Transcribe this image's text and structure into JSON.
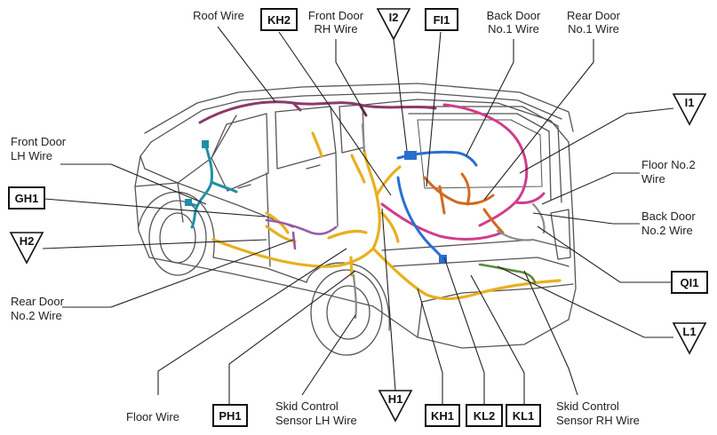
{
  "labels": {
    "roof_wire": "Roof Wire",
    "front_door_rh_1": "Front Door",
    "front_door_rh_2": "RH Wire",
    "back_door_no1_1": "Back Door",
    "back_door_no1_2": "No.1 Wire",
    "rear_door_no1_1": "Rear Door",
    "rear_door_no1_2": "No.1 Wire",
    "front_door_lh_1": "Front Door",
    "front_door_lh_2": "LH Wire",
    "floor_no2_1": "Floor No.2",
    "floor_no2_2": "Wire",
    "back_door_no2_1": "Back Door",
    "back_door_no2_2": "No.2 Wire",
    "rear_door_no2_1": "Rear Door",
    "rear_door_no2_2": "No.2 Wire",
    "floor_wire": "Floor Wire",
    "skid_lh_1": "Skid Control",
    "skid_lh_2": "Sensor LH Wire",
    "skid_rh_1": "Skid Control",
    "skid_rh_2": "Sensor RH Wire"
  },
  "box_codes": {
    "kh2": "KH2",
    "fi1": "FI1",
    "gh1": "GH1",
    "qi1": "QI1",
    "ph1": "PH1",
    "kh1": "KH1",
    "kl2": "KL2",
    "kl1": "KL1"
  },
  "triangle_codes": {
    "i2": "I2",
    "i1": "I1",
    "h2": "H2",
    "l1": "L1",
    "h1": "H1"
  },
  "colors": {
    "line": "#222222",
    "body": "#555555",
    "floor_wire": "#e8b020",
    "roof_wire": "#8a3a6a",
    "back_door_wire": "#d23c8c",
    "door_wire": "#1f8fa8",
    "orange_wire": "#d2691e",
    "blue_wire": "#2a6fd0",
    "green_wire": "#5a8a3a"
  }
}
